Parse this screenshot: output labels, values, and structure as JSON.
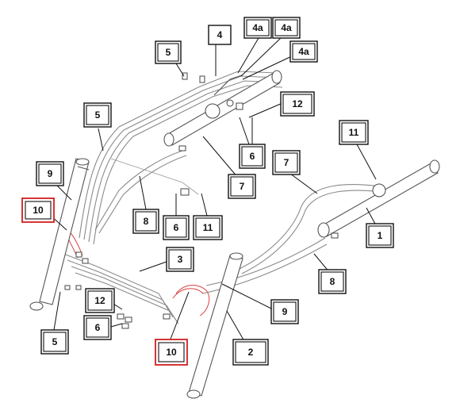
{
  "callouts": {
    "c4": "4",
    "c4a_1": "4a",
    "c4a_2": "4a",
    "c4a_3": "4a",
    "c5_top": "5",
    "c12_top": "12",
    "c5_left": "5",
    "c11_right": "11",
    "c9_left": "9",
    "c10_left": "10",
    "c7_mid": "7",
    "c7_right": "7",
    "c6_top": "6",
    "c8_mid": "8",
    "c6_mid": "6",
    "c11_mid": "11",
    "c1": "1",
    "c3": "3",
    "c8_right": "8",
    "c12_low": "12",
    "c9_right": "9",
    "c6_low": "6",
    "c5_low": "5",
    "c10_low": "10",
    "c2": "2"
  },
  "colors": {
    "line": "#111111",
    "highlight": "#d11f1f",
    "hose": "#8a8a8a"
  }
}
